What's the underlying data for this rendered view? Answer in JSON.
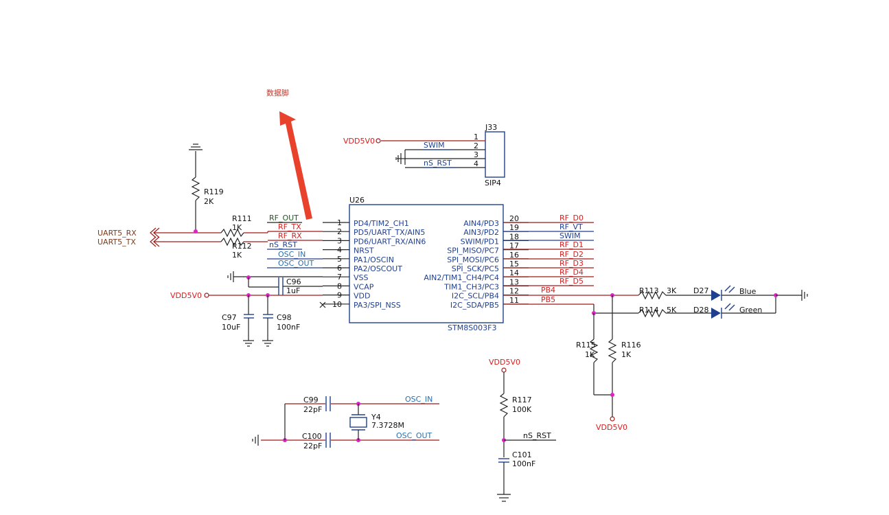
{
  "annotation": {
    "text": "数据脚",
    "color": "#e8412c"
  },
  "u26": {
    "ref": "U26",
    "part": "STM8S003F3",
    "left_pins": [
      {
        "num": "1",
        "name": "PD4/TIM2_CH1"
      },
      {
        "num": "2",
        "name": "PD5/UART_TX/AIN5"
      },
      {
        "num": "3",
        "name": "PD6/UART_RX/AIN6"
      },
      {
        "num": "4",
        "name": "NRST"
      },
      {
        "num": "5",
        "name": "PA1/OSCIN"
      },
      {
        "num": "6",
        "name": "PA2/OSCOUT"
      },
      {
        "num": "7",
        "name": "VSS"
      },
      {
        "num": "8",
        "name": "VCAP"
      },
      {
        "num": "9",
        "name": "VDD"
      },
      {
        "num": "10",
        "name": "PA3/SPI_NSS"
      }
    ],
    "right_pins": [
      {
        "num": "20",
        "name": "AIN4/PD3"
      },
      {
        "num": "19",
        "name": "AIN3/PD2"
      },
      {
        "num": "18",
        "name": "SWIM/PD1"
      },
      {
        "num": "17",
        "name": "SPI_MISO/PC7"
      },
      {
        "num": "16",
        "name": "SPI_MOSI/PC6"
      },
      {
        "num": "15",
        "name": "SPI_SCK/PC5"
      },
      {
        "num": "14",
        "name": "AIN2/TIM1_CH4/PC4"
      },
      {
        "num": "13",
        "name": "TIM1_CH3/PC3"
      },
      {
        "num": "12",
        "name": "I2C_SCL/PB4"
      },
      {
        "num": "11",
        "name": "I2C_SDA/PB5"
      }
    ],
    "left_nets": [
      "RF_OUT",
      "RF_TX",
      "RF_RX",
      "nS_RST",
      "OSC_IN",
      "OSC_OUT"
    ],
    "right_nets": [
      "RF_D0",
      "RF_VT",
      "SWIM",
      "RF_D1",
      "RF_D2",
      "RF_D3",
      "RF_D4",
      "RF_D5",
      "PB4",
      "PB5"
    ]
  },
  "j33": {
    "ref": "J33",
    "type": "SIP4",
    "pins": [
      "1",
      "2",
      "3",
      "4"
    ],
    "nets": {
      "power": "VDD5V0",
      "swim": "SWIM",
      "rst": "nS_RST"
    }
  },
  "ports": {
    "rx": "UART5_RX",
    "tx": "UART5_TX"
  },
  "power": {
    "vdd_left": "VDD5V0",
    "vdd_j33": "VDD5V0",
    "vdd_reset": "VDD5V0",
    "vdd_pullup": "VDD5V0"
  },
  "resistors": {
    "r119": {
      "ref": "R119",
      "value": "2K"
    },
    "r111": {
      "ref": "R111",
      "value": "1K"
    },
    "r112": {
      "ref": "R112",
      "value": "1K"
    },
    "r113": {
      "ref": "R113",
      "value": "3K"
    },
    "r114": {
      "ref": "R114",
      "value": "5K"
    },
    "r115": {
      "ref": "R115",
      "value": "1K"
    },
    "r116": {
      "ref": "R116",
      "value": "1K"
    },
    "r117": {
      "ref": "R117",
      "value": "100K"
    }
  },
  "capacitors": {
    "c96": {
      "ref": "C96",
      "value": "1uF"
    },
    "c97": {
      "ref": "C97",
      "value": "10uF"
    },
    "c98": {
      "ref": "C98",
      "value": "100nF"
    },
    "c99": {
      "ref": "C99",
      "value": "22pF"
    },
    "c100": {
      "ref": "C100",
      "value": "22pF"
    },
    "c101": {
      "ref": "C101",
      "value": "100nF"
    }
  },
  "crystal": {
    "ref": "Y4",
    "value": "7.3728M"
  },
  "leds": {
    "d27": {
      "ref": "D27",
      "color_label": "Blue"
    },
    "d28": {
      "ref": "D28",
      "color_label": "Green"
    }
  },
  "osc_nets": {
    "in": "OSC_IN",
    "out": "OSC_OUT"
  },
  "reset_net": "nS_RST"
}
